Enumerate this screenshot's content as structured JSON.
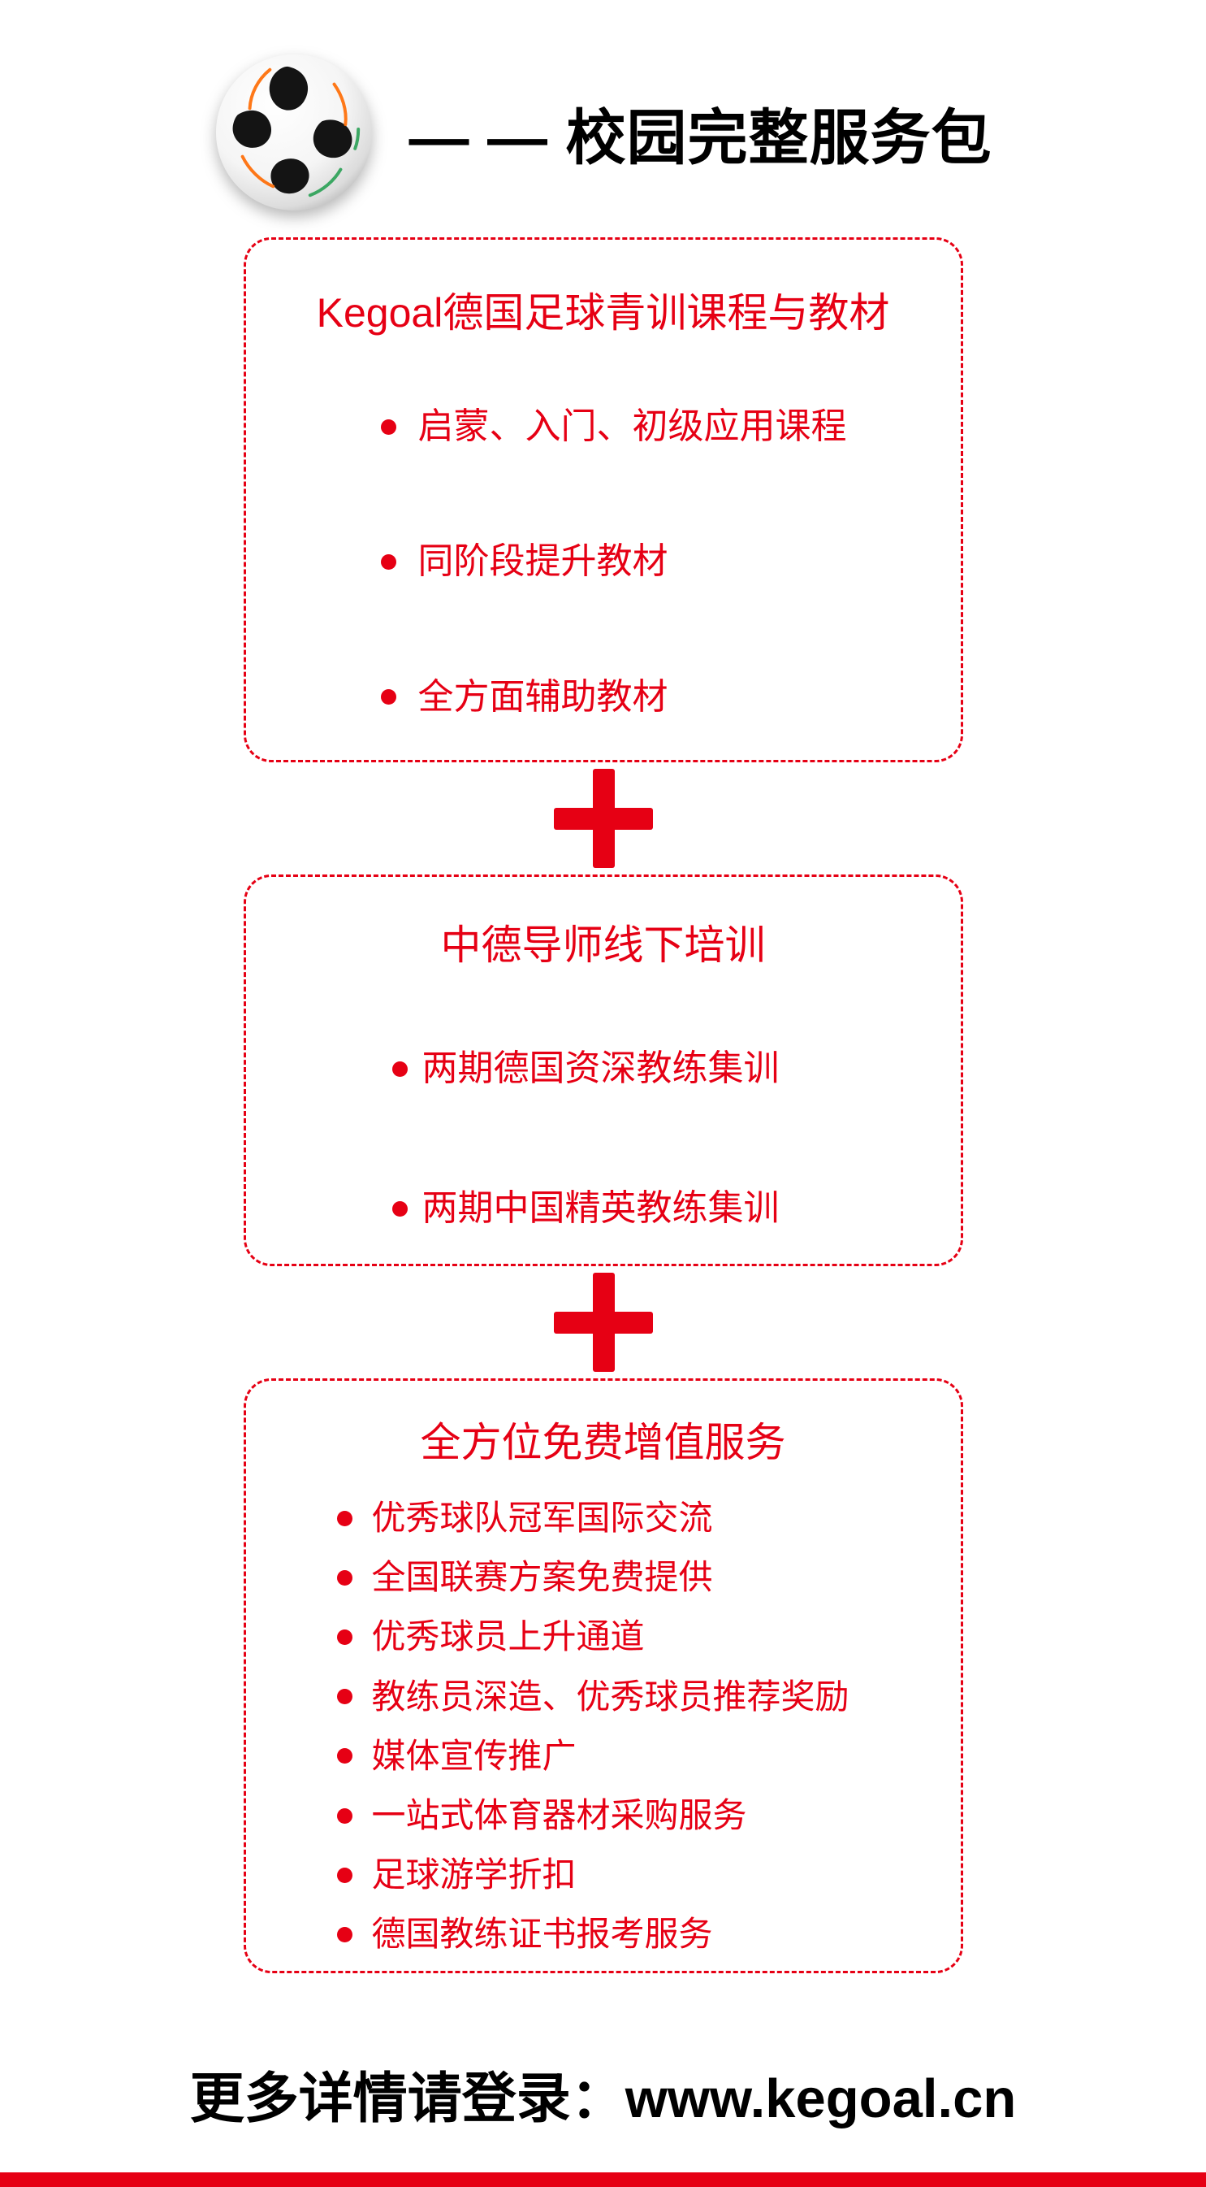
{
  "colors": {
    "accent": "#e60014",
    "ink": "#000000"
  },
  "icons": {
    "logo": "soccer-ball",
    "bullet": "red-dot",
    "connector": "plus"
  },
  "header": {
    "title": "— — 校园完整服务包"
  },
  "boxes": [
    {
      "title": "Kegoal德国足球青训课程与教材",
      "items": [
        "启蒙、入门、初级应用课程",
        "同阶段提升教材",
        "全方面辅助教材"
      ]
    },
    {
      "title": "中德导师线下培训",
      "items": [
        "两期德国资深教练集训",
        "两期中国精英教练集训"
      ]
    },
    {
      "title": "全方位免费增值服务",
      "items": [
        "优秀球队冠军国际交流",
        "全国联赛方案免费提供",
        "优秀球员上升通道",
        "教练员深造、优秀球员推荐奖励",
        "媒体宣传推广",
        "一站式体育器材采购服务",
        "足球游学折扣",
        "德国教练证书报考服务"
      ]
    }
  ],
  "footer": {
    "text": "更多详情请登录：www.kegoal.cn"
  }
}
